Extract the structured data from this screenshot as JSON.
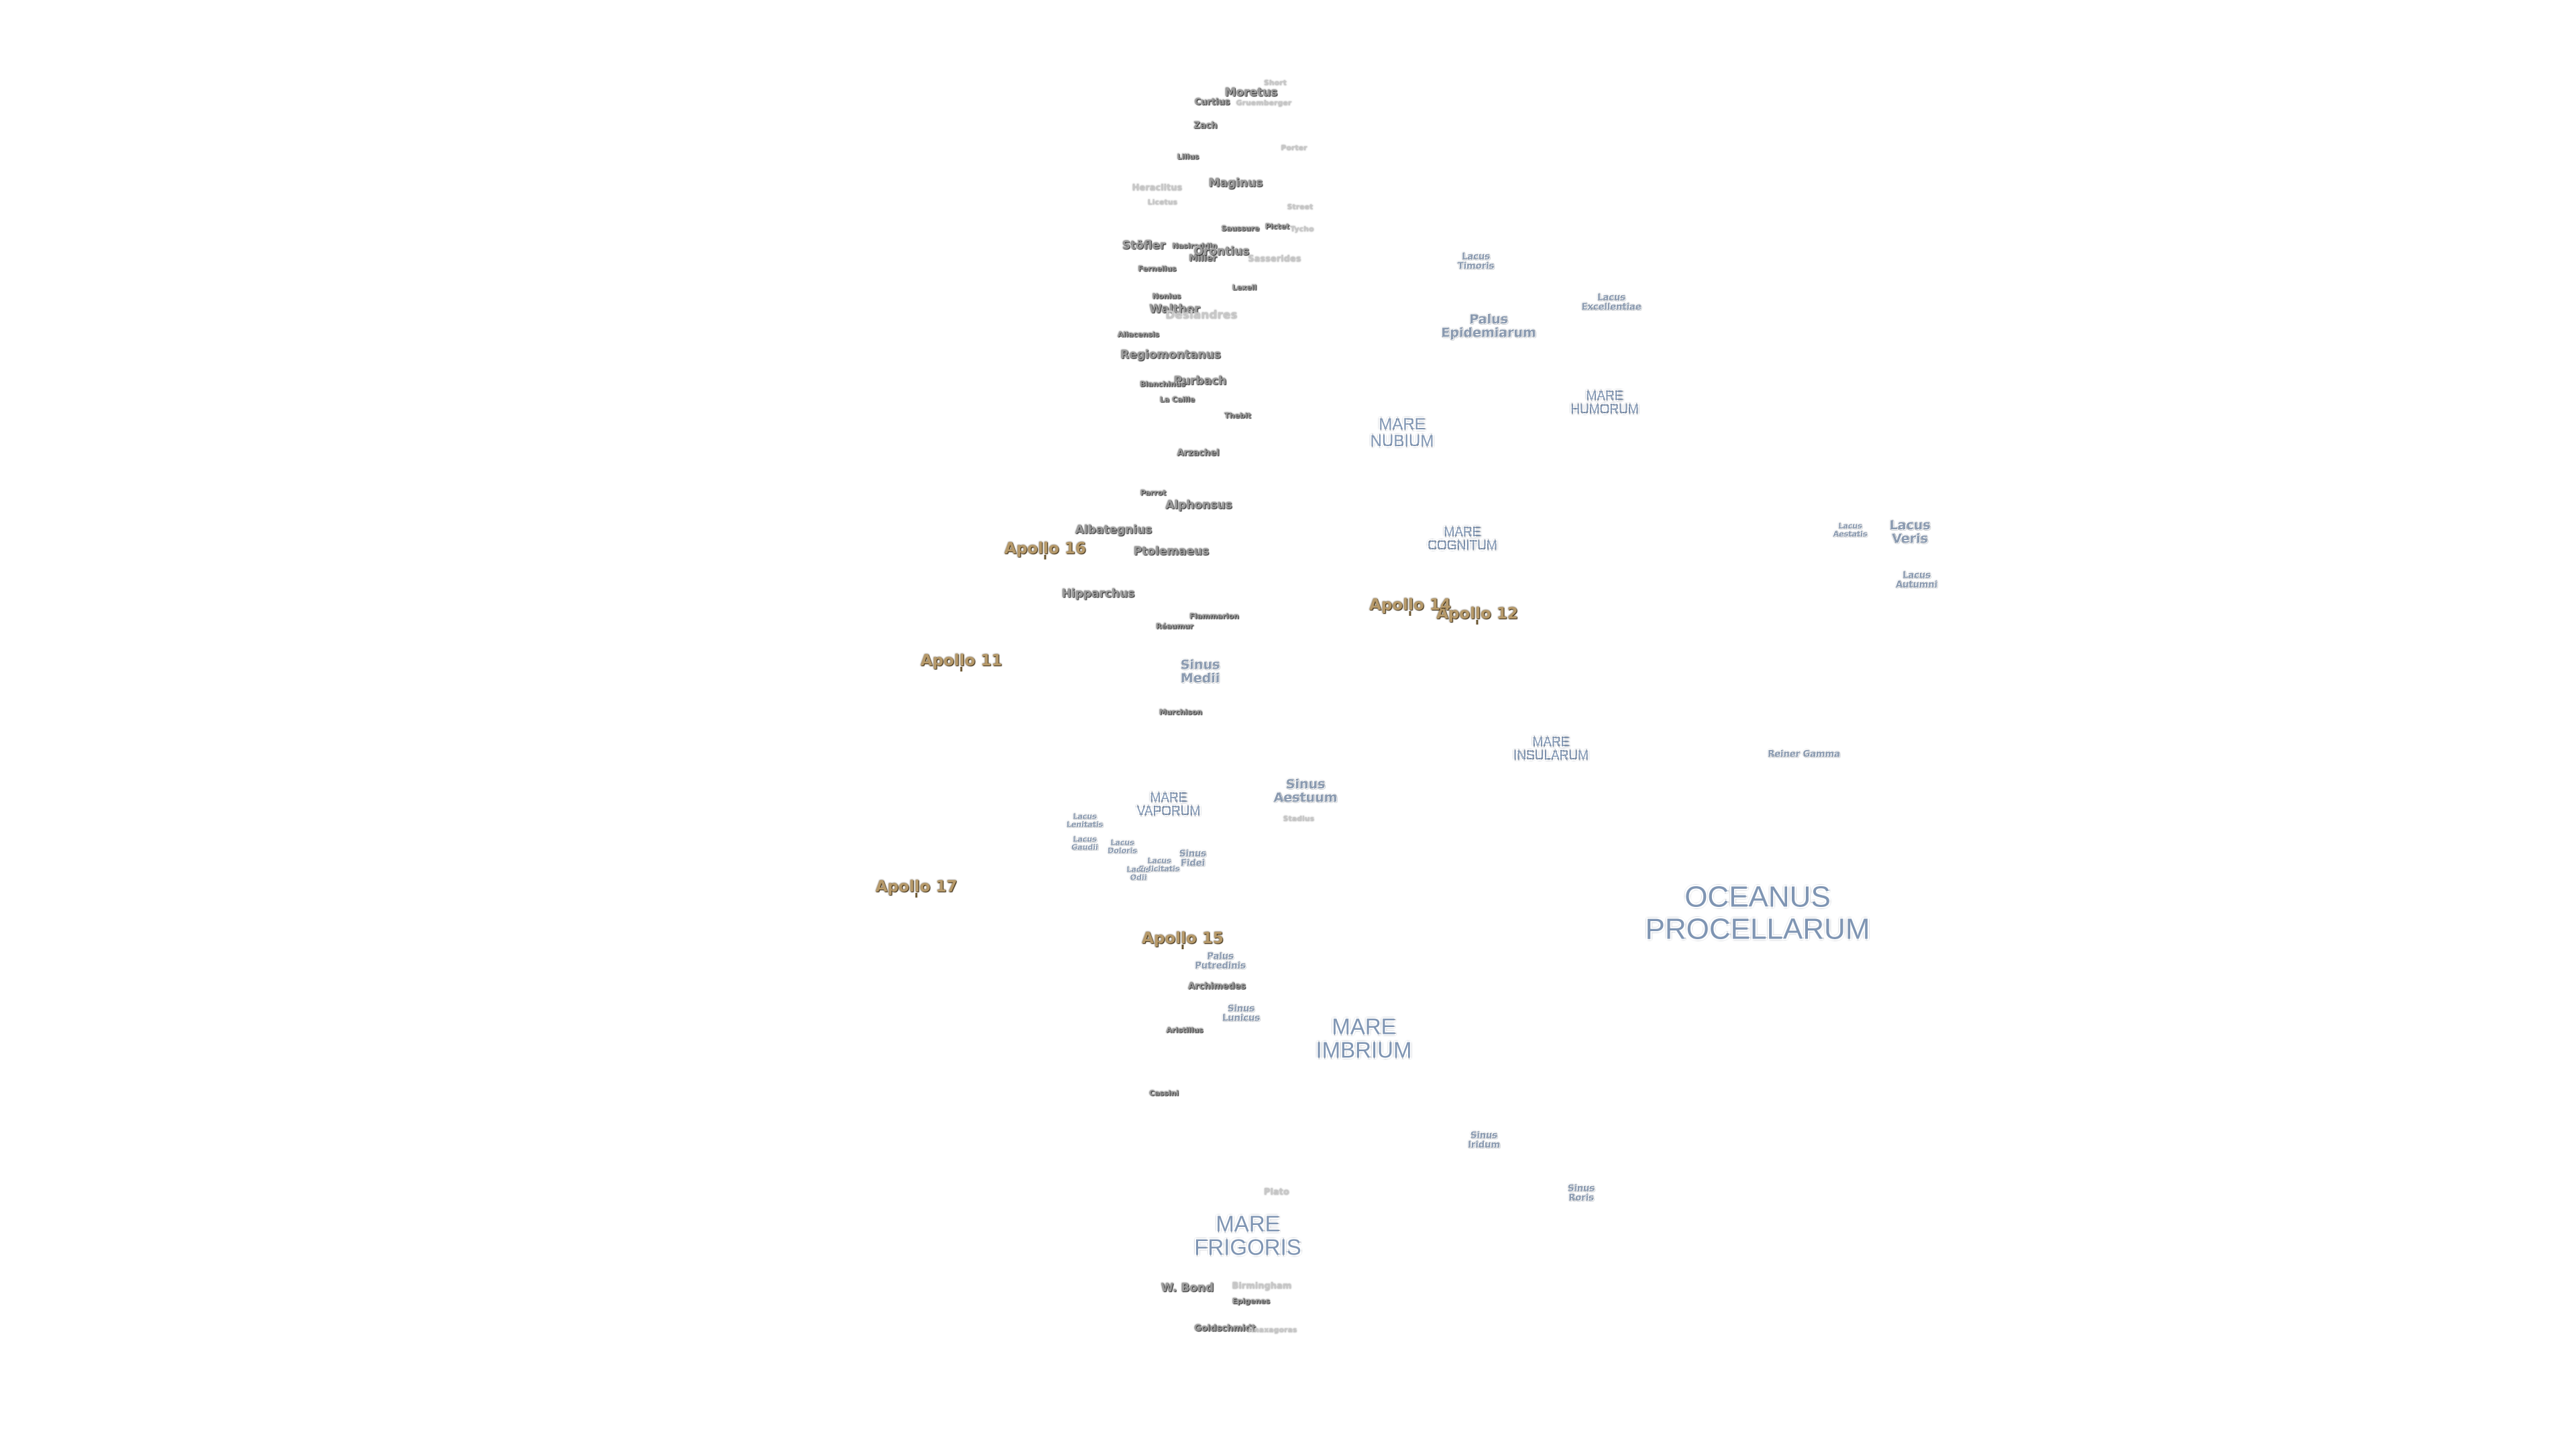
{
  "labels": {
    "oceanus_procellarum": "OCEANUS\nPROCELLARUM",
    "mare_imbrium": "MARE\nIMBRIUM",
    "mare_frigoris": "MARE\nFRIGORIS",
    "mare_nubium": "MARE\nNUBIUM",
    "mare_humorum": "MARE\nHUMORUM",
    "mare_cognitum": "MARE\nCOGNITUM",
    "mare_insularum": "MARE\nINSULARUM",
    "mare_vaporum": "MARE\nVAPORUM",
    "sinus_aestuum": "Sinus\nAestuum",
    "sinus_medii": "Sinus\nMedii",
    "sinus_iridum": "Sinus\nIridum",
    "sinus_roris": "Sinus\nRoris",
    "sinus_fidei": "Sinus\nFidei",
    "sinus_lunicus": "Sinus\nLunicus",
    "palus_epidemiarum": "Palus\nEpidemiarum",
    "palus_putredinis": "Palus\nPutredinis",
    "lacus_timoris": "Lacus\nTimoris",
    "lacus_excellentiae": "Lacus\nExcellentiae",
    "lacus_veris": "Lacus\nVeris",
    "lacus_autumni": "Lacus\nAutumni",
    "lacus_aestatis": "Lacus\nAestatis",
    "lacus_lenitatis": "Lacus\nLenitatis",
    "lacus_doloris": "Lacus\nDoloris",
    "lacus_gaudii": "Lacus\nGaudii",
    "lacus_felicitatis": "Lacus\nFelicitatis",
    "lacus_odii": "Lacus\nOdii",
    "reiner_gamma": "Reiner Gamma",
    "apollo_11": "Apollo 11",
    "apollo_12": "Apollo 12",
    "apollo_14": "Apollo 14",
    "apollo_15": "Apollo 15",
    "apollo_16": "Apollo 16",
    "apollo_17": "Apollo 17",
    "moretus": "Moretus",
    "short": "Short",
    "curtius": "Curtius",
    "gruemberger": "Gruemberger",
    "zach": "Zach",
    "porter": "Porter",
    "lilius": "Lilius",
    "maginus": "Maginus",
    "heraclitus": "Heraclitus",
    "licetus": "Licetus",
    "street": "Street",
    "saussure": "Saussure",
    "pictet": "Pictet",
    "tycho": "Tycho",
    "stofler": "Stöfler",
    "nasireddin": "Nasireddin",
    "miller": "Miller",
    "orontius": "Orontius",
    "sasserides": "Sasserides",
    "fernelius": "Fernelius",
    "nonius": "Nonius",
    "lexell": "Lexell",
    "walther": "Walther",
    "deslandres": "Deslandres",
    "aliacensis": "Aliacensis",
    "regiomontanus": "Regiomontanus",
    "purbach": "Purbach",
    "blanchinus": "Blanchinus",
    "la_caille": "La Caille",
    "thebit": "Thebit",
    "arzachel": "Arzachel",
    "parrot": "Parrot",
    "alphonsus": "Alphonsus",
    "albategnius": "Albategnius",
    "ptolemaeus": "Ptolemaeus",
    "hipparchus": "Hipparchus",
    "flammarion": "Flammarion",
    "reaumur": "Réaumur",
    "murchison": "Murchison",
    "stadius": "Stadius",
    "archimedes": "Archimedes",
    "aristillus": "Aristillus",
    "cassini": "Cassini",
    "plato": "Plato",
    "w_bond": "W. Bond",
    "birmingham": "Birmingham",
    "epigenes": "Epigenes",
    "goldschmidt": "Goldschmidt",
    "anaxagoras": "Anaxagoras"
  },
  "colors": {
    "mare": "#7f95b3",
    "crater": "#9b9b9b",
    "faded": "#c8c8c8",
    "apollo": "#b79a6a",
    "background": "#ffffff"
  }
}
